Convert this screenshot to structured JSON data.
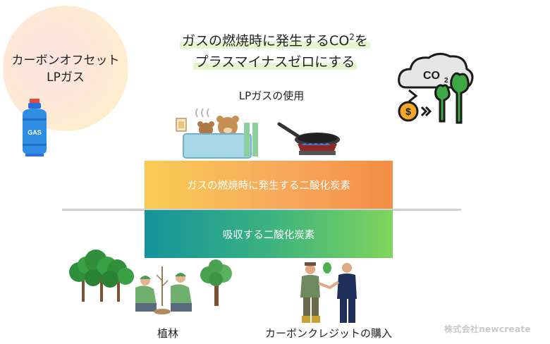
{
  "brand": {
    "title_line1": "カーボンオフセット",
    "title_line2": "LPガス"
  },
  "gas_cylinder": {
    "label": "GAS"
  },
  "headline": {
    "line1_before": "ガスの燃焼時に発生するCO",
    "line1_sub": "2",
    "line1_after": "を",
    "line2": "プラスマイナスゼロにする"
  },
  "co2_icon": {
    "label": "CO",
    "sub": "2"
  },
  "usage": {
    "title": "LPガスの使用"
  },
  "emission_bar": {
    "label": "ガスの燃焼時に発生する二酸化炭素"
  },
  "absorption_bar": {
    "label": "吸収する二酸化炭素"
  },
  "offsets": {
    "planting": "植林",
    "credits": "カーボンクレジットの購入"
  },
  "watermark": "株式会社newcreate"
}
